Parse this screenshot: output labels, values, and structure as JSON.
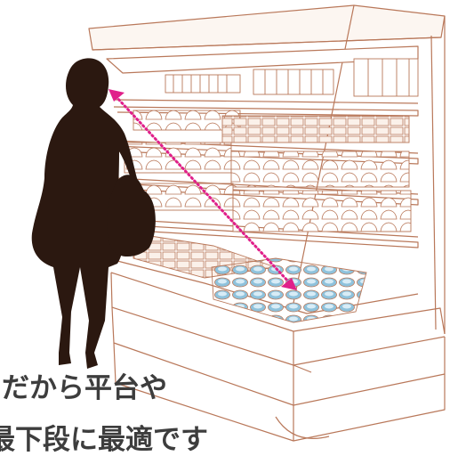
{
  "caption": {
    "line1": "だから平台や",
    "line2": "最下段に最適です"
  },
  "colors": {
    "outline": "#b9785a",
    "silhouette": "#2b1810",
    "arrow": "#e0208a",
    "text": "#3d3d3d",
    "can": "#8ec2dc"
  },
  "icons": {
    "figure": "woman-silhouette-with-handbag",
    "arrow": "double-headed-dotted-arrow"
  }
}
